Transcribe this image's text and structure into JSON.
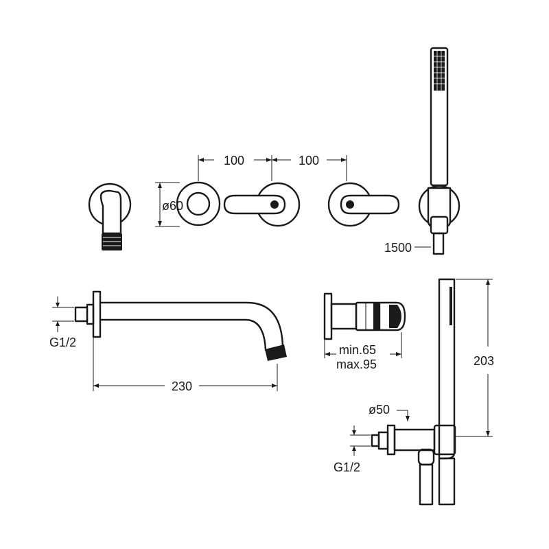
{
  "dimensions": {
    "spacing_left": "100",
    "spacing_right": "100",
    "rosette_diameter": "ø60",
    "hose_length": "1500",
    "thread_spout": "G1/2",
    "spout_length": "230",
    "handle_min": "min.65",
    "handle_max": "max.95",
    "handset_height": "203",
    "holder_diameter": "ø50",
    "thread_holder": "G1/2"
  },
  "colors": {
    "line": "#1a1a1a",
    "background": "#ffffff"
  }
}
